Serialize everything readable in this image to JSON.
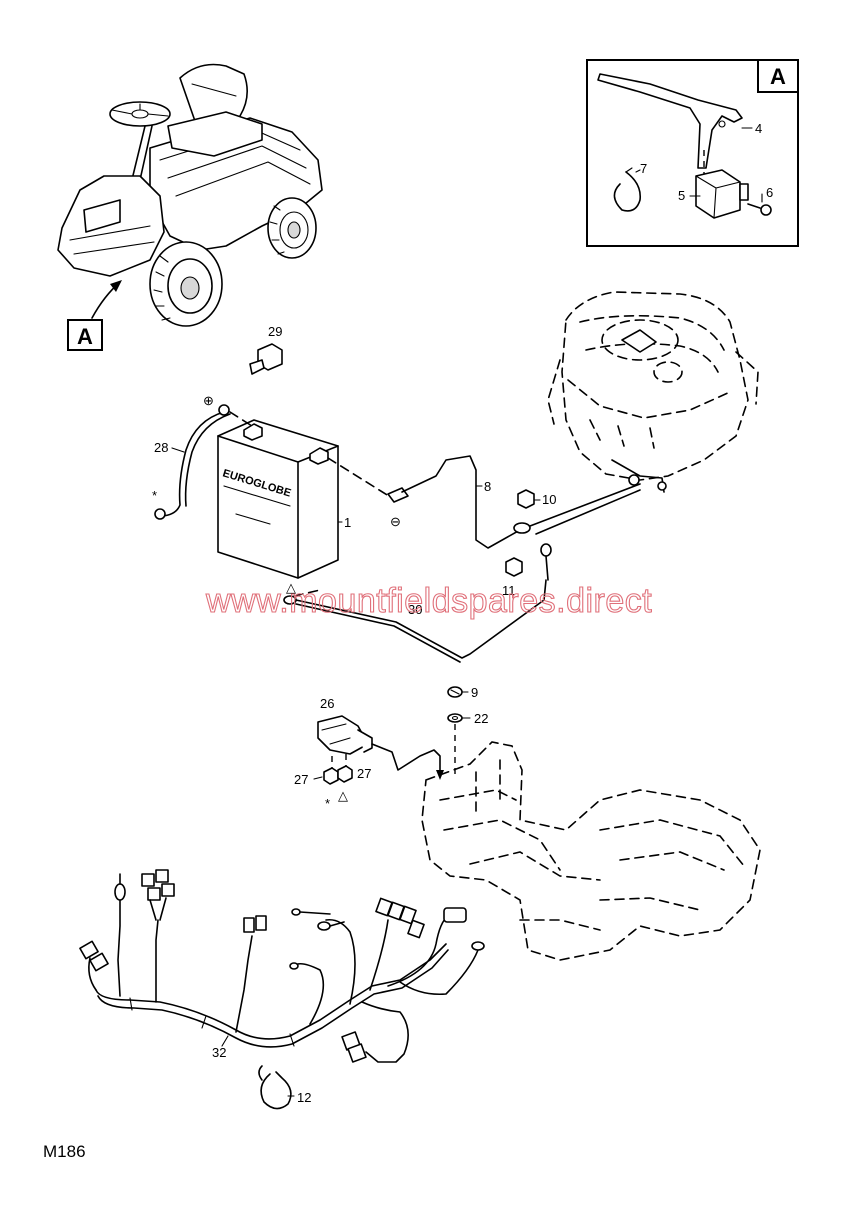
{
  "figure_code": "M186",
  "watermark": "www.mountfieldspares.direct",
  "detail_label": "A",
  "battery_brand": "EUROGLOBE",
  "symbols": {
    "plus": "⊕",
    "minus": "⊖",
    "asterisk": "*",
    "triangle": "△"
  },
  "callouts": {
    "c1": "1",
    "c4": "4",
    "c5": "5",
    "c6": "6",
    "c7": "7",
    "c8": "8",
    "c9": "9",
    "c10": "10",
    "c11": "11",
    "c12": "12",
    "c22": "22",
    "c26": "26",
    "c27a": "27",
    "c27b": "27",
    "c28": "28",
    "c29": "29",
    "c30": "30",
    "c32": "32"
  }
}
